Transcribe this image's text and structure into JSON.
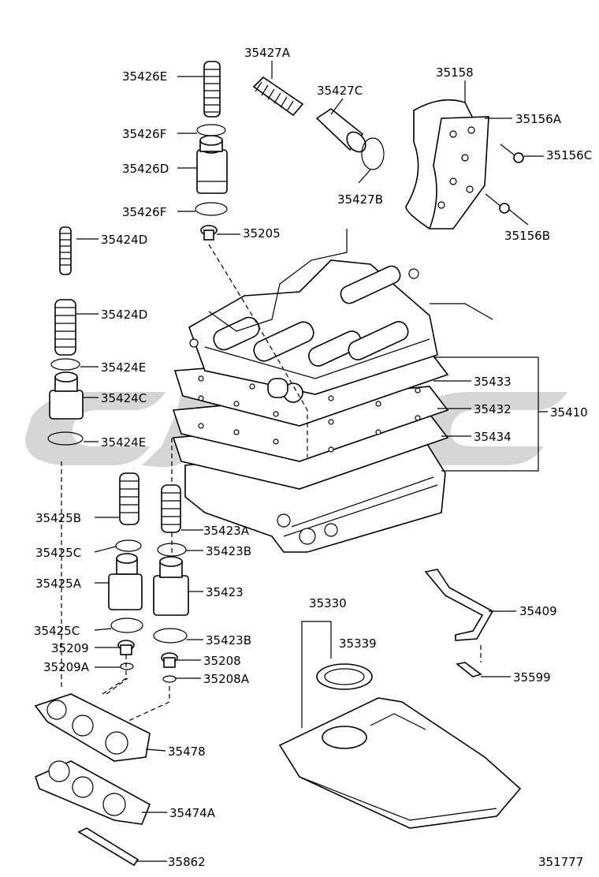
{
  "diagram": {
    "figure_number": "351777",
    "watermark_text": "CJEC",
    "labels": [
      {
        "id": "p35427A",
        "text": "35427A"
      },
      {
        "id": "p35426E",
        "text": "35426E"
      },
      {
        "id": "p35158",
        "text": "35158"
      },
      {
        "id": "p35427C",
        "text": "35427C"
      },
      {
        "id": "p35156A",
        "text": "35156A"
      },
      {
        "id": "p35426F_top",
        "text": "35426F"
      },
      {
        "id": "p35156C",
        "text": "35156C"
      },
      {
        "id": "p35426D",
        "text": "35426D"
      },
      {
        "id": "p35427B",
        "text": "35427B"
      },
      {
        "id": "p35426F_bot",
        "text": "35426F"
      },
      {
        "id": "p35156B",
        "text": "35156B"
      },
      {
        "id": "p35205",
        "text": "35205"
      },
      {
        "id": "p35424D_top",
        "text": "35424D"
      },
      {
        "id": "p35424D_mid",
        "text": "35424D"
      },
      {
        "id": "p35424E_top",
        "text": "35424E"
      },
      {
        "id": "p35433",
        "text": "35433"
      },
      {
        "id": "p35424C",
        "text": "35424C"
      },
      {
        "id": "p35432",
        "text": "35432"
      },
      {
        "id": "p35410",
        "text": "35410"
      },
      {
        "id": "p35424E_bot",
        "text": "35424E"
      },
      {
        "id": "p35434",
        "text": "35434"
      },
      {
        "id": "p35425B",
        "text": "35425B"
      },
      {
        "id": "p35423A",
        "text": "35423A"
      },
      {
        "id": "p35425C_top",
        "text": "35425C"
      },
      {
        "id": "p35423B_top",
        "text": "35423B"
      },
      {
        "id": "p35425A",
        "text": "35425A"
      },
      {
        "id": "p35423",
        "text": "35423"
      },
      {
        "id": "p35330",
        "text": "35330"
      },
      {
        "id": "p35409",
        "text": "35409"
      },
      {
        "id": "p35425C_bot",
        "text": "35425C"
      },
      {
        "id": "p35423B_bot",
        "text": "35423B"
      },
      {
        "id": "p35339",
        "text": "35339"
      },
      {
        "id": "p35209",
        "text": "35209"
      },
      {
        "id": "p35208",
        "text": "35208"
      },
      {
        "id": "p35209A",
        "text": "35209A"
      },
      {
        "id": "p35208A",
        "text": "35208A"
      },
      {
        "id": "p35599",
        "text": "35599"
      },
      {
        "id": "p35478",
        "text": "35478"
      },
      {
        "id": "p35474A",
        "text": "35474A"
      },
      {
        "id": "p35862",
        "text": "35862"
      }
    ]
  }
}
